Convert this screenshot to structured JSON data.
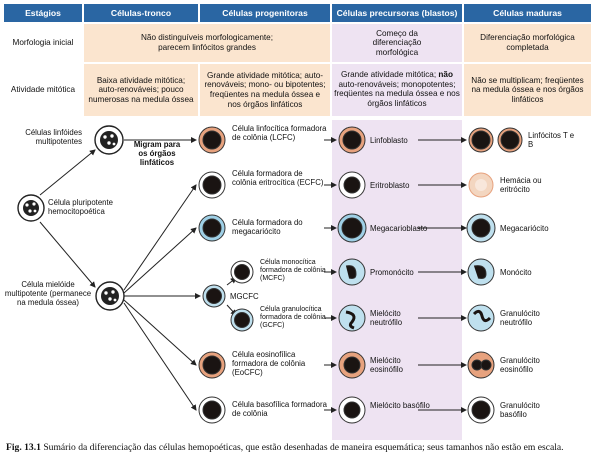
{
  "colors": {
    "header": "#2a66a3",
    "peach": "#fbe5cf",
    "lav": "#eee3f2",
    "white": "#ffffff",
    "cell_dark": "#1a1412"
  },
  "headers": [
    "Estágios",
    "Células-tronco",
    "Células progenitoras",
    "Células precursoras (blastos)",
    "Células maduras"
  ],
  "rows": {
    "morfologia": {
      "label": "Morfologia inicial",
      "stem_prog": "Não distinguíveis morfologicamente; parecem linfócitos grandes",
      "prec": "Começo da diferenciação morfológica",
      "mat": "Diferenciação morfológica completada"
    },
    "atividade": {
      "label": "Atividade mitótica",
      "stem": "Baixa atividade mitótica; auto-renováveis; pouco numerosas na medula óssea",
      "prog": "Grande atividade mitótica; auto-renováveis; mono- ou bipotentes; freqüentes na medula óssea e nos órgãos linfáticos",
      "prec_a": "Grande atividade mitótica; ",
      "prec_b": "não",
      "prec_c": " auto-renováveis; monopotentes; freqüentes na medula óssea e nos órgãos linfáticos",
      "mat": "Não se multiplicam; freqüentes na medula óssea e nos órgãos linfáticos"
    }
  },
  "stem": {
    "linfoide": "Células linfóides multipotentes",
    "migram": "Migram para os órgãos linfáticos",
    "pluripotente": "Célula pluripotente hemocitopoética",
    "mieloide": "Célula mielóide multipotente (permanece na medula óssea)"
  },
  "progenitors": {
    "lcfc": "Célula linfocítica formadora de colônia (LCFC)",
    "ecfc": "Célula formadora de colônia eritrocítica (ECFC)",
    "mega": "Célula formadora do megacariócito",
    "mcfc": "Célula monocítica formadora de colônia (MCFC)",
    "mgcfc": "MGCFC",
    "gcfc": "Célula granulocítica formadora de colônia (GCFC)",
    "eocfc": "Célula eosinofílica formadora de colônia (EoCFC)",
    "baso": "Célula basofílica formadora de colônia"
  },
  "precursors": [
    "Linfoblasto",
    "Eritroblasto",
    "Megacarioblasto",
    "Promonócito",
    "Mielócito neutrófilo",
    "Mielócito eosinófilo",
    "Mielócito basófilo"
  ],
  "mature": [
    "Linfócitos T e B",
    "Hemácia ou eritrócito",
    "Megacariócito",
    "Monócito",
    "Granulócito neutrófilo",
    "Granulócito eosinófilo",
    "Granulócito basófilo"
  ],
  "caption": {
    "prefix": "Fig. 13.1",
    "text": " Sumário da diferenciação das células hemopoéticas, que estão desenhadas de maneira esquemática; seus tamanhos não estão em escala."
  }
}
